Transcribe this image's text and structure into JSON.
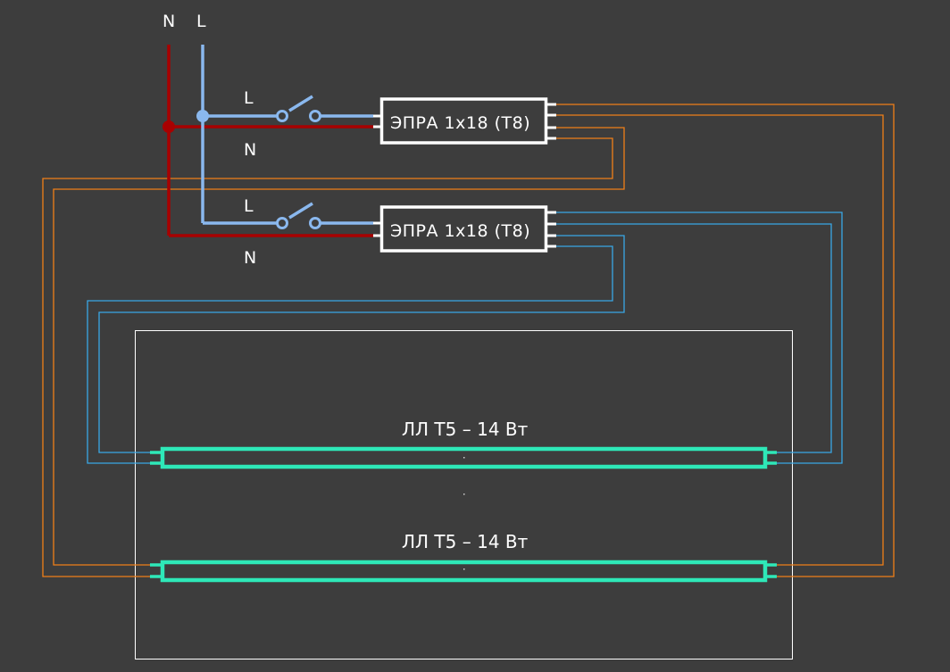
{
  "labels": {
    "neutral": "N",
    "line": "L",
    "switch1_line": "L",
    "switch1_neutral": "N",
    "switch2_line": "L",
    "switch2_neutral": "N"
  },
  "ballasts": [
    {
      "label": "ЭПРА 1х18 (Т8)"
    },
    {
      "label": "ЭПРА 1х18 (Т8)"
    }
  ],
  "lamps": [
    {
      "label": "ЛЛ Т5 – 14 Вт"
    },
    {
      "label": "ЛЛ Т5 – 14 Вт"
    }
  ],
  "colors": {
    "background": "#3d3d3d",
    "neutral_wire": "#a80000",
    "line_wire": "#8ab8ee",
    "ballast1_wiring": "#f07f18",
    "ballast2_wiring": "#3aa7e6",
    "lamp": "#2ee8b8",
    "outline": "#ffffff"
  }
}
